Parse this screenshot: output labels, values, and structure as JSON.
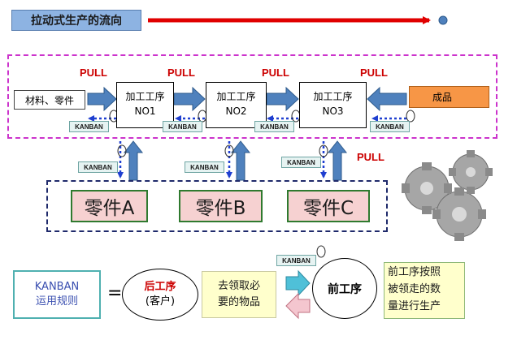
{
  "title": "拉动式生产的流向",
  "pull_label": "PULL",
  "kanban_label": "KANBAN",
  "material": "材料、零件",
  "processes": [
    {
      "name": "加工工序",
      "code": "NO1"
    },
    {
      "name": "加工工序",
      "code": "NO2"
    },
    {
      "name": "加工工序",
      "code": "NO3"
    }
  ],
  "product": "成品",
  "parts": [
    "零件A",
    "零件B",
    "零件C"
  ],
  "rule_box": {
    "line1": "KANBAN",
    "line2": "运用规则"
  },
  "equals": "=",
  "customer": {
    "line1": "后工序",
    "line2": "(客户)"
  },
  "fetch": {
    "line1": "去领取必",
    "line2": "要的物品"
  },
  "front_process": "前工序",
  "note": {
    "line1": "前工序按照",
    "line2": "被领走的数",
    "line3": "量进行生产"
  },
  "colors": {
    "pull_red": "#cc0000",
    "flow_blue": "#4f81bd",
    "frame_magenta": "#cc33cc",
    "kanban_fill": "#e6f3f2",
    "product_fill": "#f79646",
    "part_fill": "#f6d1d1",
    "note_fill": "#ffffcc"
  },
  "icons": [
    "gears-icon",
    "paperclip-icon",
    "arrow-right-icon"
  ]
}
